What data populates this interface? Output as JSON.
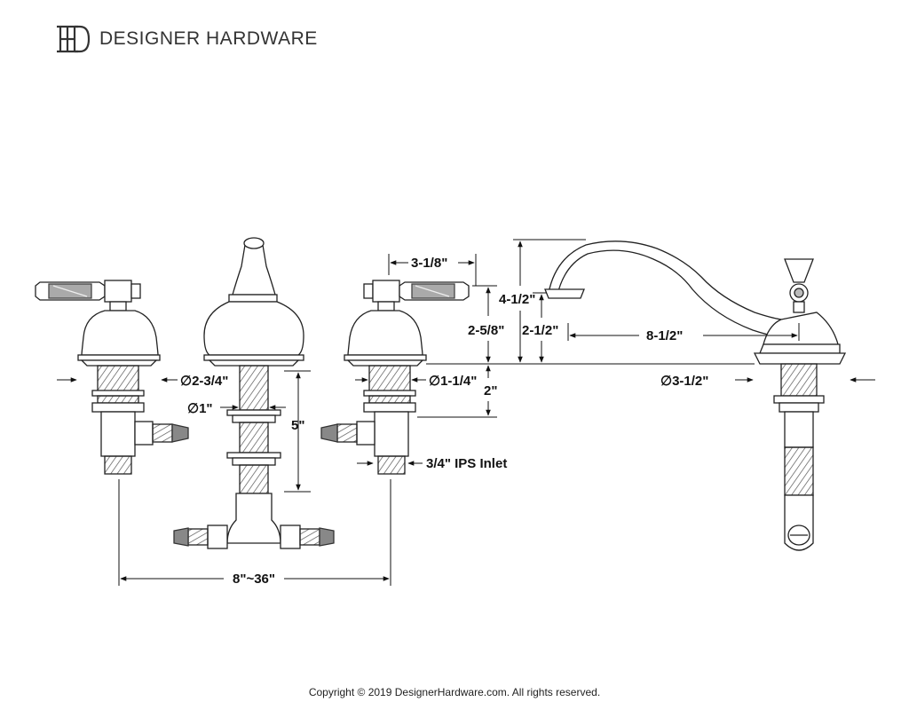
{
  "brand": {
    "name": "DESIGNER HARDWARE",
    "logo_letters": "DH"
  },
  "dimensions": {
    "diam_base": "∅2-3/4\"",
    "diam_shank": "∅1\"",
    "stem_length": "5\"",
    "handle_width": "3-1/8\"",
    "diam_valve": "∅1-1/4\"",
    "valve_height": "2-5/8\"",
    "shank_gap": "2\"",
    "inlet": "3/4\" IPS Inlet",
    "spread": "8\"~36\"",
    "spout_height": "4-1/2\"",
    "spout_outlet_height": "2-1/2\"",
    "spout_reach": "8-1/2\"",
    "diam_spout_base": "∅3-1/2\""
  },
  "footer": {
    "copyright": "Copyright © 2019 DesignerHardware.com. All rights reserved."
  }
}
